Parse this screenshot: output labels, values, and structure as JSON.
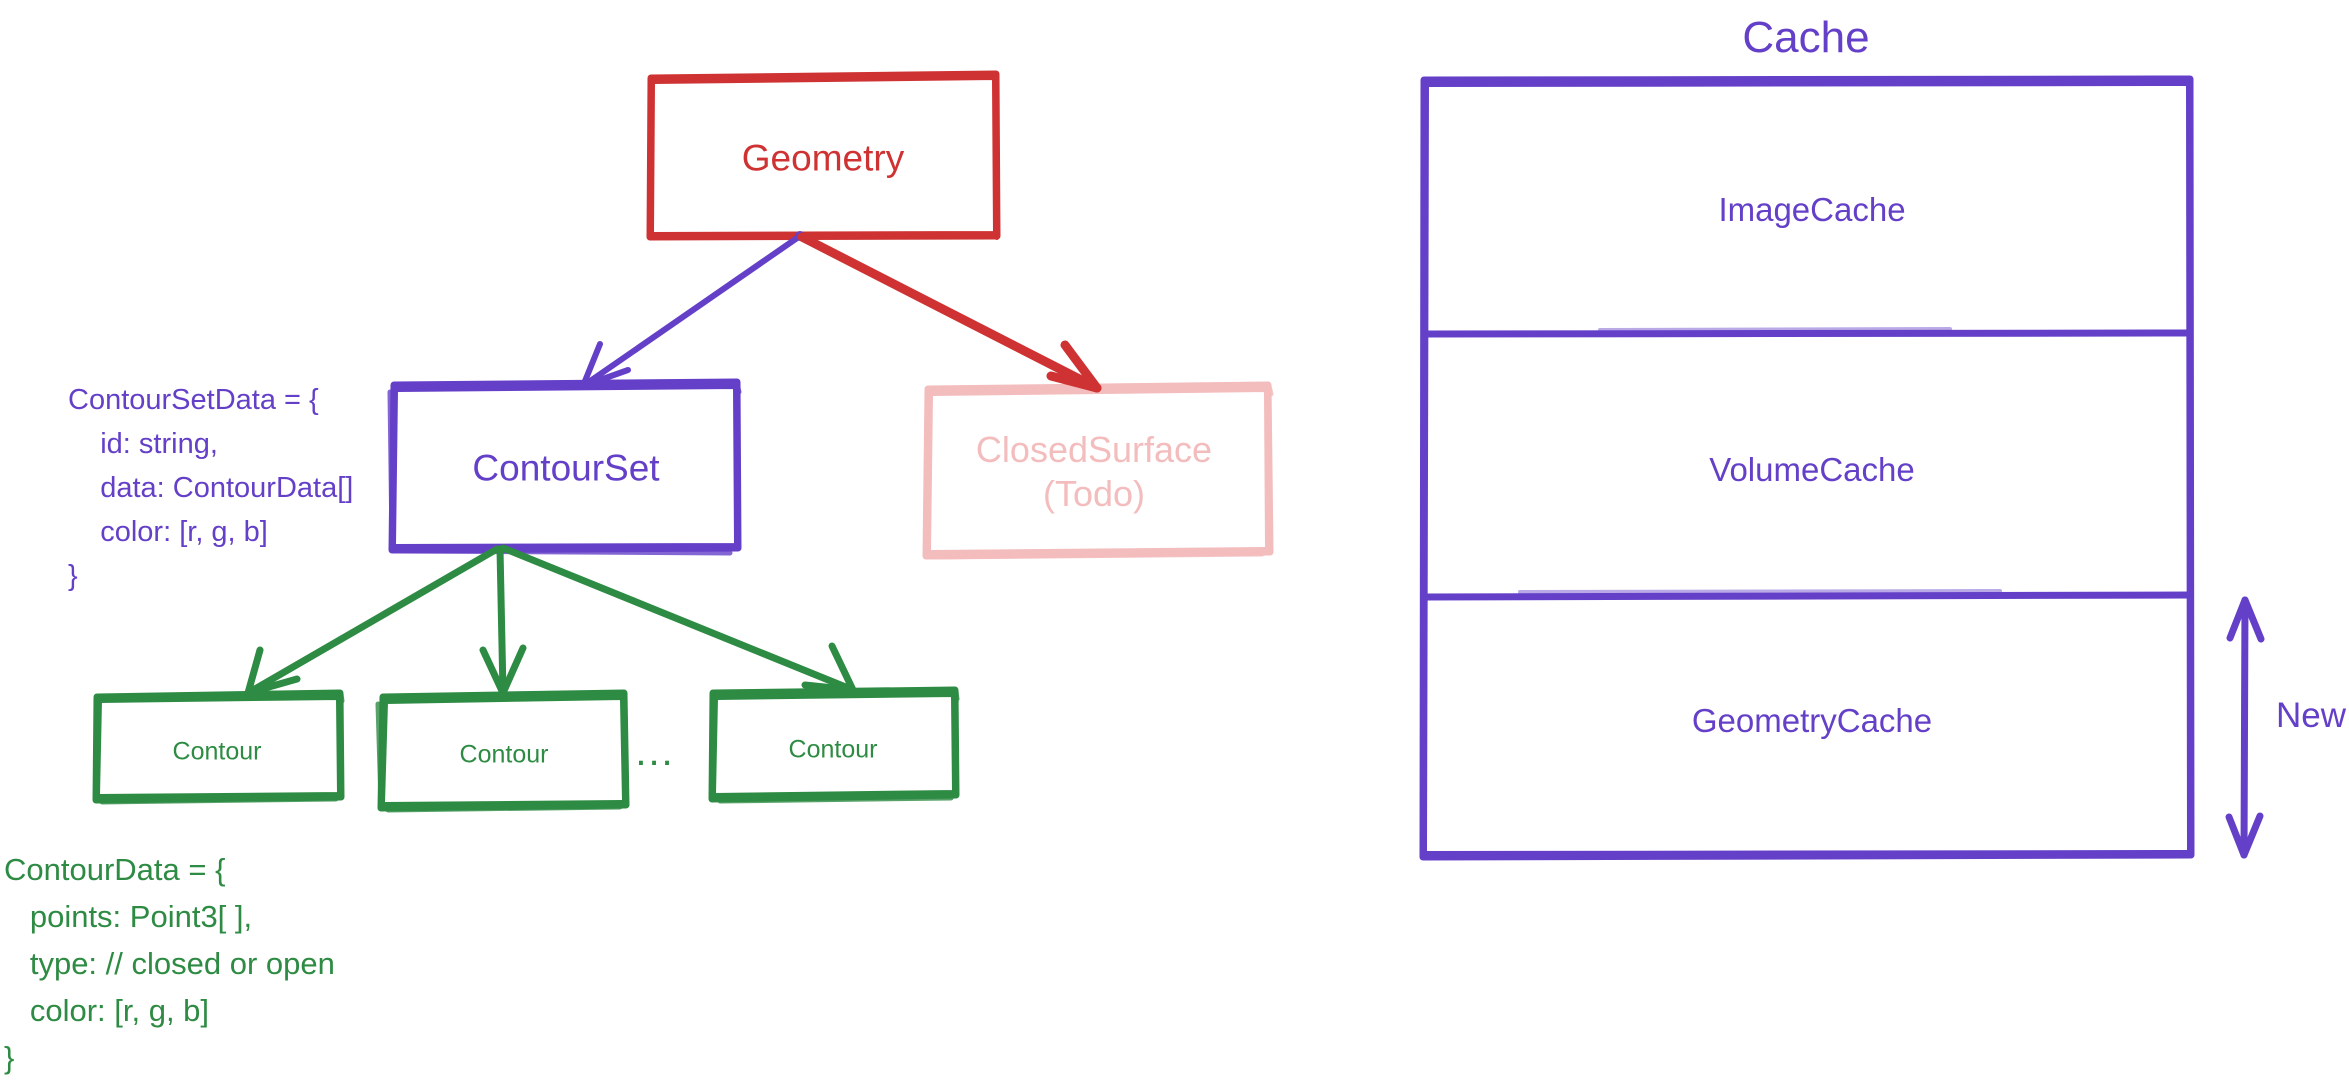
{
  "diagram": {
    "title": "Geometry and Cache architecture sketch",
    "colors": {
      "red": "#cf3232",
      "purple": "#6440c8",
      "green": "#2e8b43",
      "pink": "#f3bcbd",
      "background": "#ffffff"
    }
  },
  "left": {
    "nodes": {
      "geometry": {
        "label": "Geometry",
        "color": "#cf3232"
      },
      "contourset": {
        "label": "ContourSet",
        "color": "#6440c8"
      },
      "closedsurface": {
        "label_line1": "ClosedSurface",
        "label_line2": "(Todo)",
        "color": "#f3bcbd"
      },
      "contour1": {
        "label": "Contour",
        "color": "#2e8b43"
      },
      "contour2": {
        "label": "Contour",
        "color": "#2e8b43"
      },
      "contour3": {
        "label": "Contour",
        "color": "#2e8b43"
      },
      "ellipsis": {
        "label": "...",
        "color": "#2e8b43"
      }
    },
    "code_contoursetdata": "ContourSetData = {\n    id: string,\n    data: ContourData[]\n    color: [r, g, b]\n}",
    "code_contourdata": "ContourData = {\n   points: Point3[ ],\n   type: // closed or open\n   color: [r, g, b]\n}"
  },
  "cache": {
    "title": "Cache",
    "rows": [
      {
        "label": "ImageCache"
      },
      {
        "label": "VolumeCache"
      },
      {
        "label": "GeometryCache"
      }
    ],
    "annotation": {
      "label": "New",
      "color": "#6440c8"
    }
  }
}
